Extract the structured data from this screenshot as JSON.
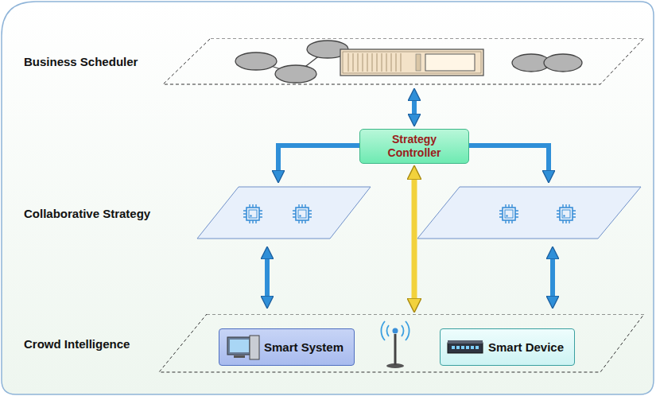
{
  "diagram": {
    "nodes": [
      {
        "text": [
          "Business Scheduler"
        ]
      },
      {
        "text": [
          "Strategy Controller"
        ]
      },
      {
        "text": [
          "Crowd Intelligence"
        ]
      },
      {
        "text": [
          "Smart System"
        ],
        "in": 2
      },
      {
        "text": [
          "Smart Device"
        ],
        "in": 2
      }
    ],
    "edges": [
      {
        "from": 0,
        "to": 1,
        "arrow": "both"
      },
      {
        "from": 1,
        "to": 2,
        "arrow": "both"
      }
    ],
    "labels": [
      "Collaborative Strategy"
    ]
  }
}
